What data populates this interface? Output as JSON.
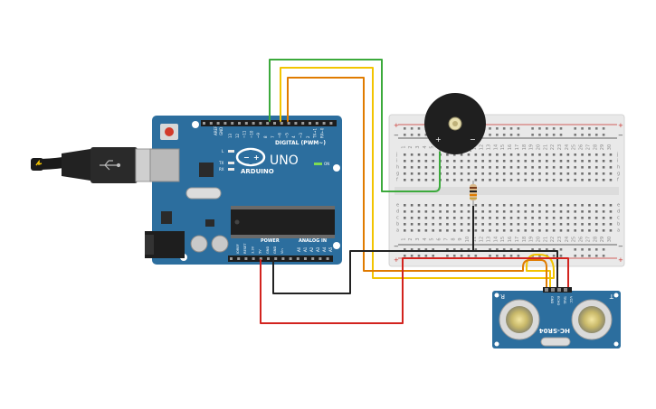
{
  "arduino": {
    "brand": "ARDUINO",
    "model": "UNO",
    "digital_label": "DIGITAL (PWM~)",
    "power_label": "POWER",
    "analog_label": "ANALOG IN",
    "aref_label": "AREF",
    "gnd_label": "GND",
    "digital_pins": [
      "13",
      "12",
      "~11",
      "~10",
      "~9",
      "8",
      "7",
      "~6",
      "~5",
      "4",
      "~3",
      "2",
      "TX→1",
      "RX←0"
    ],
    "power_pins": [
      "IOREF",
      "RESET",
      "3.3V",
      "5V",
      "GND",
      "GND",
      "Vin"
    ],
    "analog_pins": [
      "A0",
      "A1",
      "A2",
      "A3",
      "A4",
      "A5"
    ],
    "led_l": "L",
    "led_tx": "TX",
    "led_rx": "RX",
    "led_on": "ON",
    "logo_text": "∞"
  },
  "breadboard": {
    "row_letters_top": [
      "j",
      "i",
      "h",
      "g",
      "f"
    ],
    "row_letters_bottom": [
      "e",
      "d",
      "c",
      "b",
      "a"
    ],
    "plus": "+",
    "minus": "−",
    "columns": 30
  },
  "buzzer": {
    "plus": "+",
    "minus": "−"
  },
  "sensor": {
    "model": "HC-SR04",
    "pins": [
      "VCC",
      "TRIG",
      "ECHO",
      "GND"
    ],
    "t_label": "T",
    "r_label": "R"
  },
  "colors": {
    "board_blue": "#2c6e9e",
    "wire_green": "#3caa3c",
    "wire_yellow": "#f3c400",
    "wire_orange": "#e07b00",
    "wire_black": "#222222",
    "wire_red": "#d2231e"
  }
}
